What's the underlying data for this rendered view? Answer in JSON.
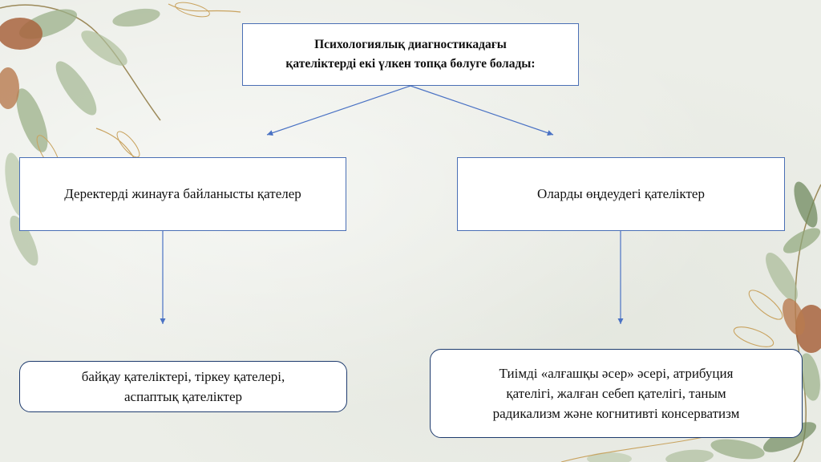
{
  "diagram": {
    "title_line1": "Психологиялық диагностикадағы",
    "title_line2": "қателіктерді екі үлкен топқа бөлуге болады:",
    "left_category": "Деректерді жинауға байланысты қателер",
    "right_category": "Оларды өңдеудегі қателіктер",
    "left_detail_line1": "байқау қателіктері, тіркеу қателері,",
    "left_detail_line2": "аспаптық қателіктер",
    "right_detail_line1": "Тиімді «алғашқы әсер» әсері, атрибуция",
    "right_detail_line2": "қателігі, жалған себеп қателігі, таным",
    "right_detail_line3": "радикализм және когнитивті консерватизм"
  },
  "colors": {
    "box_border": "#4a6fb5",
    "rounded_border": "#1e3b6e",
    "arrow": "#4a72c4",
    "leaf_green": "#8fa67a",
    "gold": "#c9a35f",
    "copper": "#a8643e"
  }
}
